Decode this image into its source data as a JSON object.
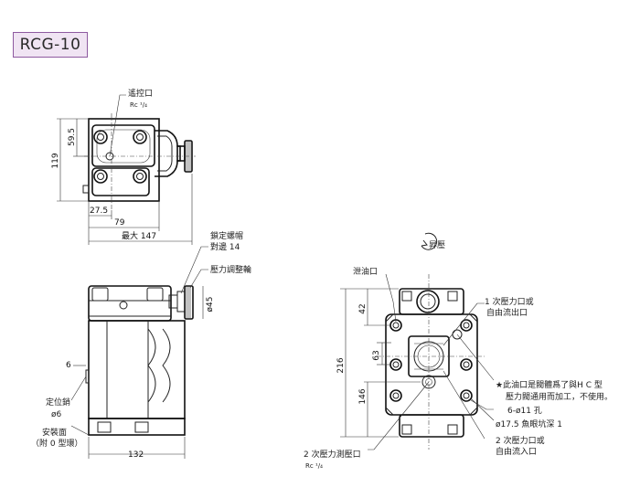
{
  "model": "RCG-10",
  "top_view": {
    "remote_port": "遙控口",
    "remote_port_thread": "Rc ¹/₄",
    "dim_height": "119",
    "dim_upper": "59.5",
    "dim_offset": "27.5",
    "dim_width": "79",
    "dim_max": "最大 147"
  },
  "front_view": {
    "lock_nut": "鎖定螺帽",
    "across_flats": "對邊 14",
    "pressure_knob": "壓力調整輪",
    "dim_knob_dia": "ø45",
    "dim_pin_offset": "6",
    "locating_pin": "定位銷",
    "pin_dia": "ø6",
    "mounting_face": "安裝面",
    "with_oring": "（附 0 型環）",
    "dim_width": "132"
  },
  "bottom_view": {
    "rise": "昇壓",
    "drain_port": "泄油口",
    "primary_port": "1 次壓力口或",
    "free_outlet": "自由流出口",
    "dim_42": "42",
    "dim_63": "63",
    "dim_146": "146",
    "dim_216": "216",
    "star_note_1": "★此油口是閥體爲了與H C 型",
    "star_note_2": "壓力閥通用而加工，不使用。",
    "bolt_holes": "6-ø11 孔",
    "counterbore": "ø17.5 魚眼坑深 1",
    "secondary_port": "2 次壓力口或",
    "free_inlet": "自由流入口",
    "gauge_port": "2 次壓力測壓口",
    "gauge_thread": "Rc ¹/₄"
  },
  "colors": {
    "badge_border": "#8e5aa0",
    "badge_fill": "#f0e4f3",
    "star": "#c0392b"
  }
}
